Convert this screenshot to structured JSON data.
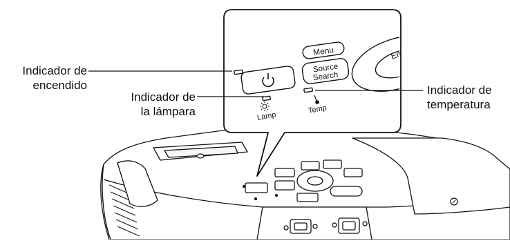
{
  "callouts": {
    "power": {
      "line1": "Indicador de",
      "line2": "encendido"
    },
    "lamp": {
      "line1": "Indicador de",
      "line2": "la lámpara"
    },
    "temp": {
      "line1": "Indicador de",
      "line2": "temperatura"
    }
  },
  "panel": {
    "menu_button": "Menu",
    "source_button_line1": "Source",
    "source_button_line2": "Search",
    "enter_button": "En",
    "lamp_label": "Lamp",
    "temp_label": "Temp"
  }
}
